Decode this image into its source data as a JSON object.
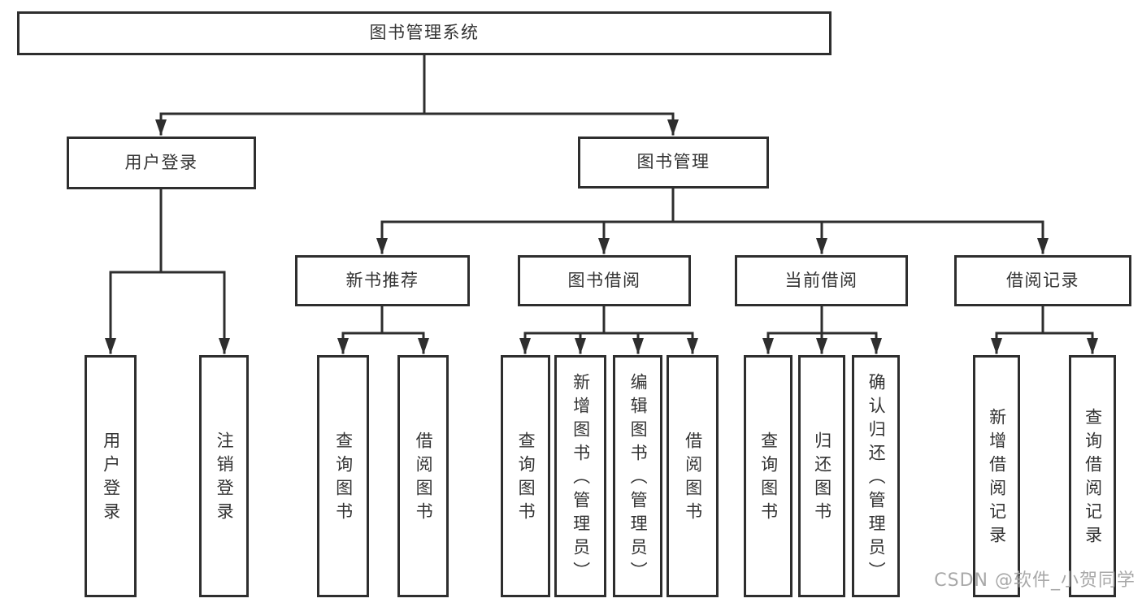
{
  "tree": {
    "label": "图书管理系统",
    "children": [
      {
        "label": "用户登录",
        "children": [
          {
            "label": "用户登录"
          },
          {
            "label": "注销登录"
          }
        ]
      },
      {
        "label": "图书管理",
        "children": [
          {
            "label": "新书推荐",
            "children": [
              {
                "label": "查询图书"
              },
              {
                "label": "借阅图书"
              }
            ]
          },
          {
            "label": "图书借阅",
            "children": [
              {
                "label": "查询图书"
              },
              {
                "label": "新增图书（管理员）"
              },
              {
                "label": "编辑图书（管理员）"
              },
              {
                "label": "借阅图书"
              }
            ]
          },
          {
            "label": "当前借阅",
            "children": [
              {
                "label": "查询图书"
              },
              {
                "label": "归还图书"
              },
              {
                "label": "确认归还（管理员）"
              }
            ]
          },
          {
            "label": "借阅记录",
            "children": [
              {
                "label": "新增借阅记录"
              },
              {
                "label": "查询借阅记录"
              }
            ]
          }
        ]
      }
    ]
  },
  "watermark": {
    "text": "CSDN @软件_小贺同学"
  },
  "colors": {
    "line": "#2e2e2e",
    "box_border": "#2e2e2e",
    "text": "#333333",
    "watermark": "#a8a8a8",
    "background": "#ffffff"
  }
}
